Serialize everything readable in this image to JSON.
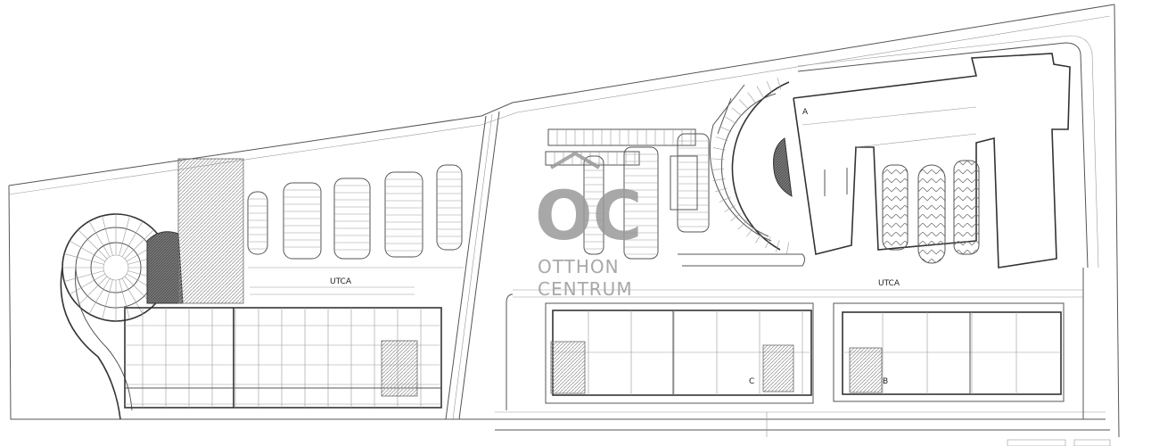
{
  "diagram": {
    "watermark": {
      "monogram": "OC",
      "line1": "OTTHON",
      "line2": "CENTRUM"
    },
    "building_labels": {
      "a": "A",
      "b": "B",
      "c": "C"
    },
    "street_labels": {
      "left": "UTCA",
      "right": "UTCA"
    },
    "legend": {
      "box1": "",
      "box2": ""
    },
    "colors": {
      "line": "#555555",
      "hatch": "#b0b0b0",
      "dark_hatch": "#6a6a6a",
      "watermark": "#9a9a9a"
    }
  }
}
